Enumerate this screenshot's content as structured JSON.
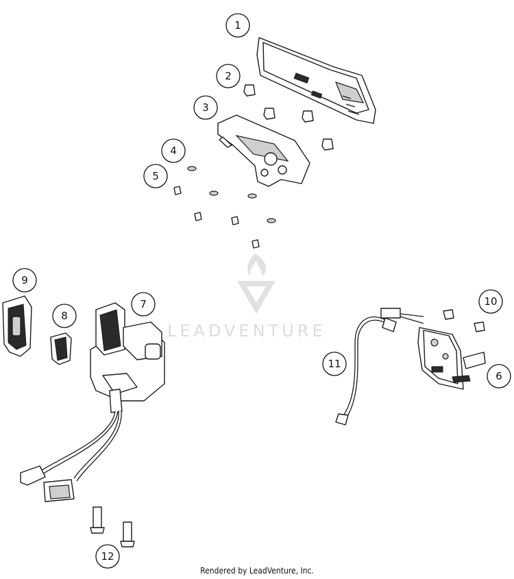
{
  "diagram": {
    "callouts": [
      {
        "number": "1"
      },
      {
        "number": "2"
      },
      {
        "number": "3"
      },
      {
        "number": "4"
      },
      {
        "number": "5"
      },
      {
        "number": "6"
      },
      {
        "number": "7"
      },
      {
        "number": "8"
      },
      {
        "number": "9"
      },
      {
        "number": "10"
      },
      {
        "number": "11"
      },
      {
        "number": "12"
      }
    ],
    "watermark": "LEADVENTURE"
  },
  "footer": {
    "text": "Rendered by LeadVenture, Inc."
  }
}
